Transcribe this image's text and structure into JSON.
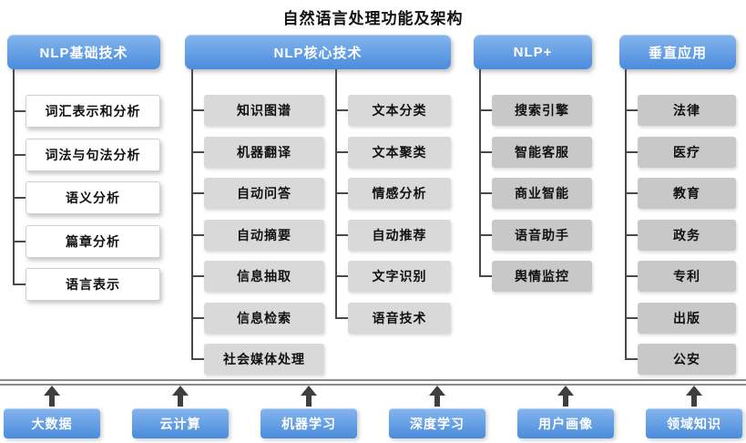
{
  "title": "自然语言处理功能及架构",
  "columns": [
    {
      "header": "NLP基础技术",
      "groups": [
        [
          "词汇表示和分析",
          "词法与句法分析",
          "语义分析",
          "篇章分析",
          "语言表示"
        ]
      ]
    },
    {
      "header": "NLP核心技术",
      "groups": [
        [
          "知识图谱",
          "机器翻译",
          "自动问答",
          "自动摘要",
          "信息抽取",
          "信息检索",
          "社会媒体处理"
        ],
        [
          "文本分类",
          "文本聚类",
          "情感分析",
          "自动推荐",
          "文字识别",
          "语音技术"
        ]
      ]
    },
    {
      "header": "NLP+",
      "groups": [
        [
          "搜索引擎",
          "智能客服",
          "商业智能",
          "语音助手",
          "舆情监控"
        ]
      ]
    },
    {
      "header": "垂直应用",
      "groups": [
        [
          "法律",
          "医疗",
          "教育",
          "政务",
          "专利",
          "出版",
          "公安"
        ]
      ]
    }
  ],
  "foundation": [
    "大数据",
    "云计算",
    "机器学习",
    "深度学习",
    "用户画像",
    "领域知识"
  ],
  "colors": {
    "header_blue_top": "#85b5ee",
    "header_blue_bottom": "#4a8cdc",
    "item_white": "#ffffff",
    "item_lightgray": "#d9d9d9",
    "item_gray": "#c8c8c8",
    "connector": "#4a4a4a",
    "arrow": "#3f3f3f",
    "divider": "#8c8c8c"
  }
}
